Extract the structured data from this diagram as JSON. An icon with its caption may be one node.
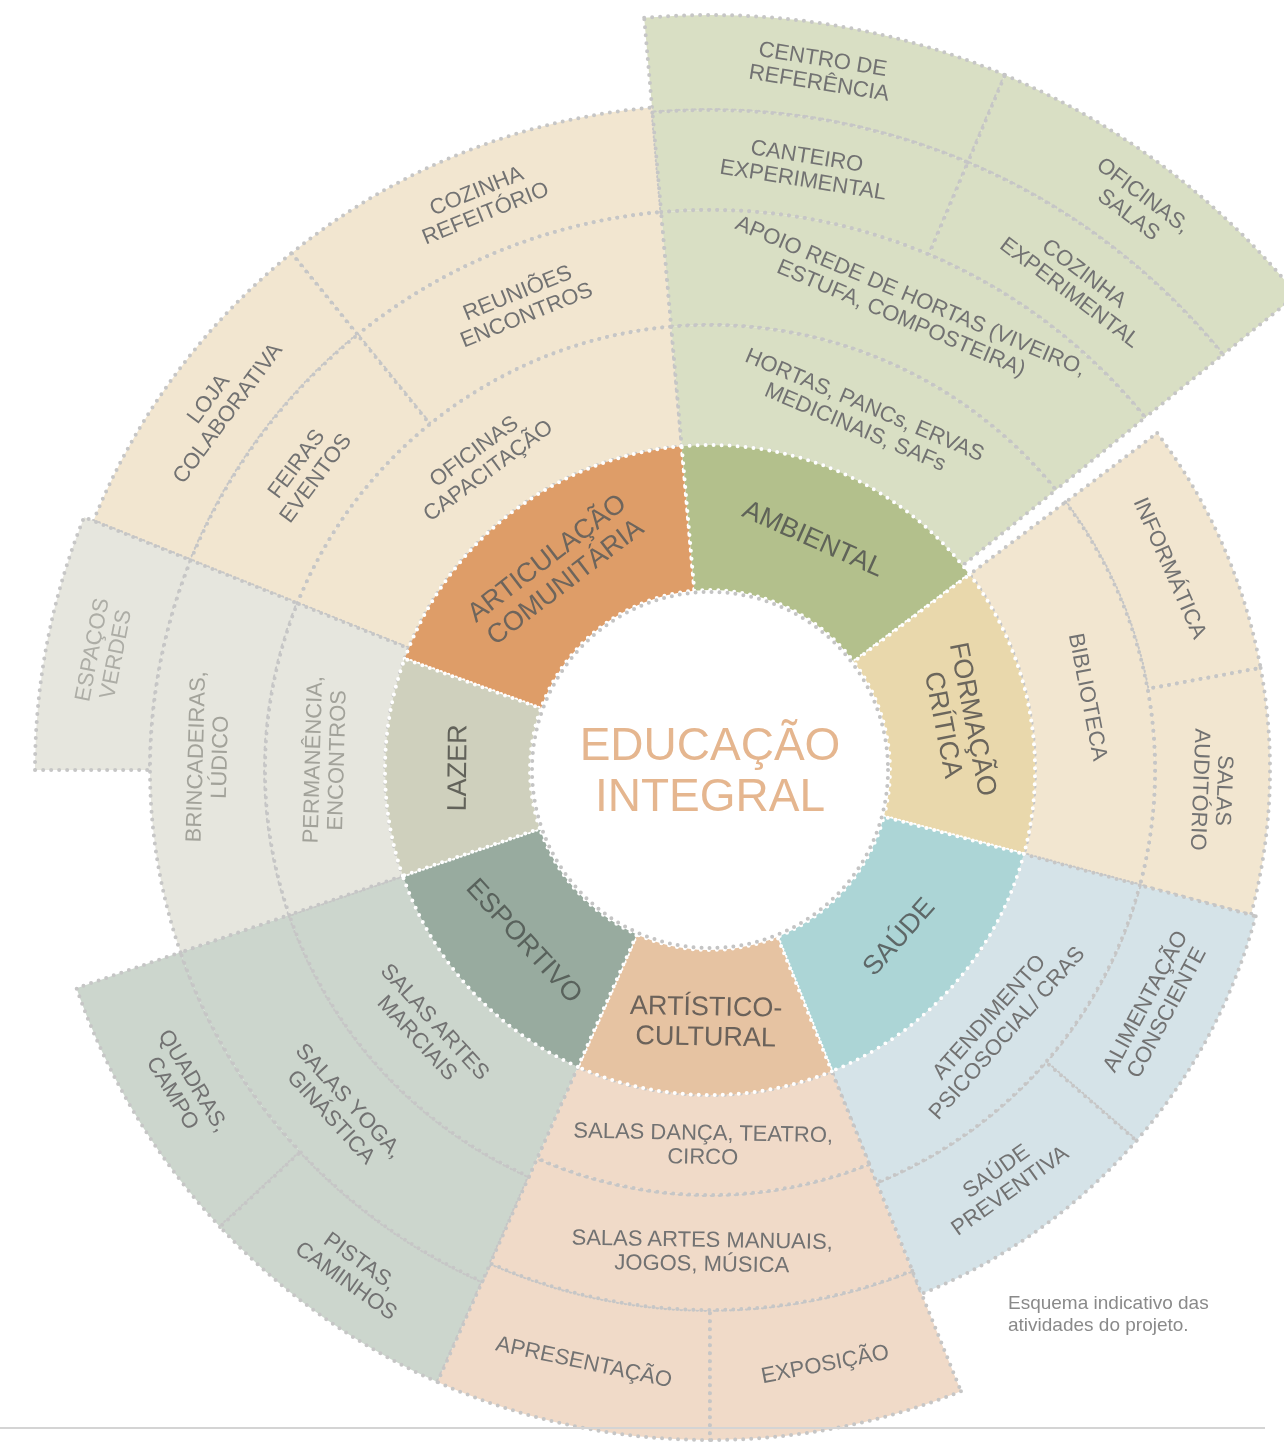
{
  "diagram": {
    "caption": "Esquema indicativo das atividades do projeto.",
    "nodes": [
      {
        "text": [
          "EDUCAÇÃO INTEGRAL"
        ]
      },
      {
        "text": [
          "ARTICULAÇÃO COMUNITÁRIA"
        ]
      },
      {
        "text": [
          "AMBIENTAL"
        ]
      },
      {
        "text": [
          "FORMAÇÃO CRÍTICA"
        ]
      },
      {
        "text": [
          "SAÚDE"
        ]
      },
      {
        "text": [
          "ARTÍSTICO-CULTURAL"
        ]
      },
      {
        "text": [
          "ESPORTIVO"
        ]
      },
      {
        "text": [
          "LAZER"
        ]
      },
      {
        "text": [
          "COZINHA REFEITÓRIO"
        ]
      },
      {
        "text": [
          "LOJA COLABORATIVA"
        ]
      },
      {
        "text": [
          "REUNIÕES ENCONTROS"
        ]
      },
      {
        "text": [
          "FEIRAS EVENTOS"
        ]
      },
      {
        "text": [
          "OFICINAS CAPACITAÇÃO"
        ]
      },
      {
        "text": [
          "CENTRO DE REFERÊNCIA"
        ]
      },
      {
        "text": [
          "OFICINAS, SALAS"
        ]
      },
      {
        "text": [
          "CANTEIRO EXPERIMENTAL"
        ]
      },
      {
        "text": [
          "COZINHA EXPERIMENTAL"
        ]
      },
      {
        "text": [
          "APOIO REDE DE HORTAS (VIVEIRO, ESTUFA, COMPOSTEIRA)"
        ]
      },
      {
        "text": [
          "HORTAS, PANCs, ERVAS MEDICINAIS, SAFs"
        ]
      },
      {
        "text": [
          "INFORMÁTICA"
        ]
      },
      {
        "text": [
          "SALAS AUDITÓRIO"
        ]
      },
      {
        "text": [
          "BIBLIOTECA"
        ]
      },
      {
        "text": [
          "ALIMENTAÇÃO CONSCIENTE"
        ]
      },
      {
        "text": [
          "SAÚDE PREVENTIVA"
        ]
      },
      {
        "text": [
          "ATENDIMENTO PSICOSOCIAL/ CRAS"
        ]
      },
      {
        "text": [
          "SALAS DANÇA, TEATRO, CIRCO"
        ]
      },
      {
        "text": [
          "SALAS ARTES MANUAIS, JOGOS, MÚSICA"
        ]
      },
      {
        "text": [
          "APRESENTAÇÃO"
        ]
      },
      {
        "text": [
          "EXPOSIÇÃO"
        ]
      },
      {
        "text": [
          "SALAS ARTES MARCIAIS"
        ]
      },
      {
        "text": [
          "SALAS YOGA, GINÁSTICA"
        ]
      },
      {
        "text": [
          "QUADRAS, CAMPO"
        ]
      },
      {
        "text": [
          "PISTAS, CAMINHOS"
        ]
      },
      {
        "text": [
          "ESPAÇOS VERDES"
        ]
      },
      {
        "text": [
          "BRINCADEIRAS, LÚDICO"
        ]
      },
      {
        "text": [
          "PERMANÊNCIA, ENCONTROS"
        ]
      }
    ]
  }
}
